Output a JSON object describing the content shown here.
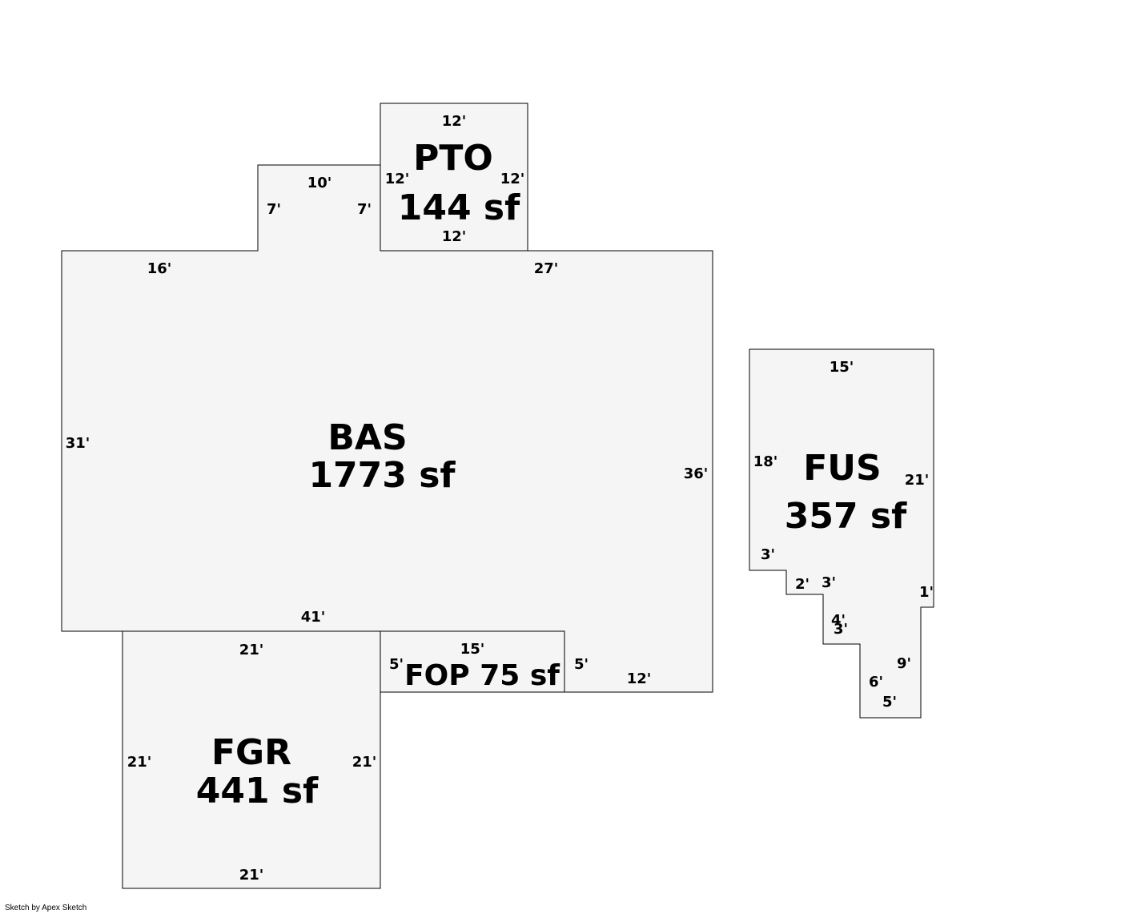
{
  "areas": {
    "pto": {
      "code": "PTO",
      "area": "144 sf",
      "dims": {
        "top": "12'",
        "left": "12'",
        "right": "12'",
        "bottom": "12'"
      }
    },
    "bas": {
      "code": "BAS",
      "area": "1773 sf",
      "dims": {
        "bump_top": "10'",
        "bump_left": "7'",
        "bump_right": "7'",
        "top_left": "16'",
        "top_right": "27'",
        "left": "31'",
        "right": "36'",
        "bottom": "41'",
        "bottom_right": "12'"
      }
    },
    "fop": {
      "code": "FOP",
      "area": "75 sf",
      "label": "FOP 75 sf",
      "dims": {
        "top": "15'",
        "left": "5'",
        "right": "5'"
      }
    },
    "fgr": {
      "code": "FGR",
      "area": "441 sf",
      "dims": {
        "top": "21'",
        "left": "21'",
        "right": "21'",
        "bottom": "21'"
      }
    },
    "fus": {
      "code": "FUS",
      "area": "357 sf",
      "dims": {
        "top": "15'",
        "left": "18'",
        "right": "21'",
        "step1": "3'",
        "step2": "2'",
        "step3": "3'",
        "step4": "4'",
        "step5": "3'",
        "step6": "1'",
        "step7": "9'",
        "step8": "6'",
        "step9": "5'"
      }
    }
  },
  "credit": "Sketch by Apex Sketch"
}
